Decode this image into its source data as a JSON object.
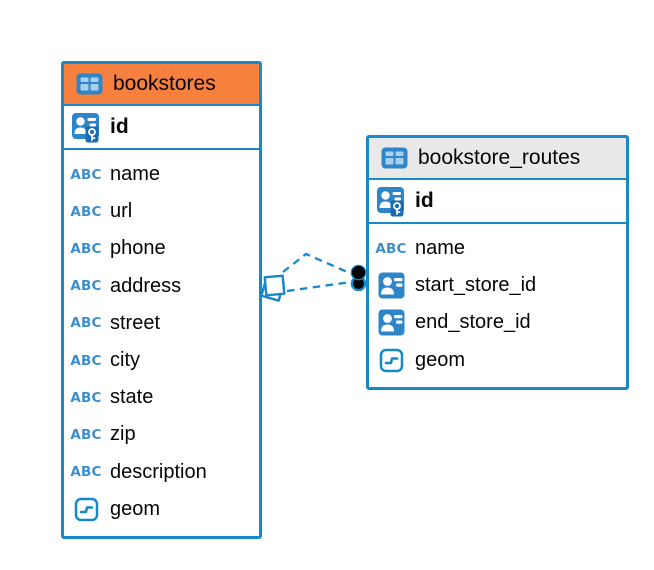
{
  "diagram": {
    "kind": "database-er-diagram",
    "colors": {
      "canvas_background": "#FFFFFF",
      "table_border_blue": "#1789CB",
      "bookstores_header_orange": "#F6813E",
      "routes_header_gray": "#E9E9E9",
      "type_icon_blue": "#2E86C8",
      "abc_icon_blue": "#3E8ECB",
      "relationship_line_blue": "#1789CB",
      "relationship_dot_black": "#050505",
      "text_color": "#050505"
    },
    "icon_labels": {
      "abc": "ABC"
    },
    "tables": [
      {
        "name": "bookstores",
        "header_style": "orange",
        "primary_key": {
          "name": "id"
        },
        "columns": [
          {
            "name": "name",
            "type": "text"
          },
          {
            "name": "url",
            "type": "text"
          },
          {
            "name": "phone",
            "type": "text"
          },
          {
            "name": "address",
            "type": "text"
          },
          {
            "name": "street",
            "type": "text"
          },
          {
            "name": "city",
            "type": "text"
          },
          {
            "name": "state",
            "type": "text"
          },
          {
            "name": "zip",
            "type": "text"
          },
          {
            "name": "description",
            "type": "text"
          },
          {
            "name": "geom",
            "type": "geometry"
          }
        ]
      },
      {
        "name": "bookstore_routes",
        "header_style": "gray",
        "primary_key": {
          "name": "id"
        },
        "columns": [
          {
            "name": "name",
            "type": "text"
          },
          {
            "name": "start_store_id",
            "type": "foreign-key"
          },
          {
            "name": "end_store_id",
            "type": "foreign-key"
          },
          {
            "name": "geom",
            "type": "geometry"
          }
        ]
      }
    ],
    "relationship": {
      "from_table": "bookstores",
      "to_table": "bookstore_routes",
      "line_style": "dashed",
      "from_marker": "overlapping-squares",
      "to_marker": "two-filled-dots"
    }
  }
}
